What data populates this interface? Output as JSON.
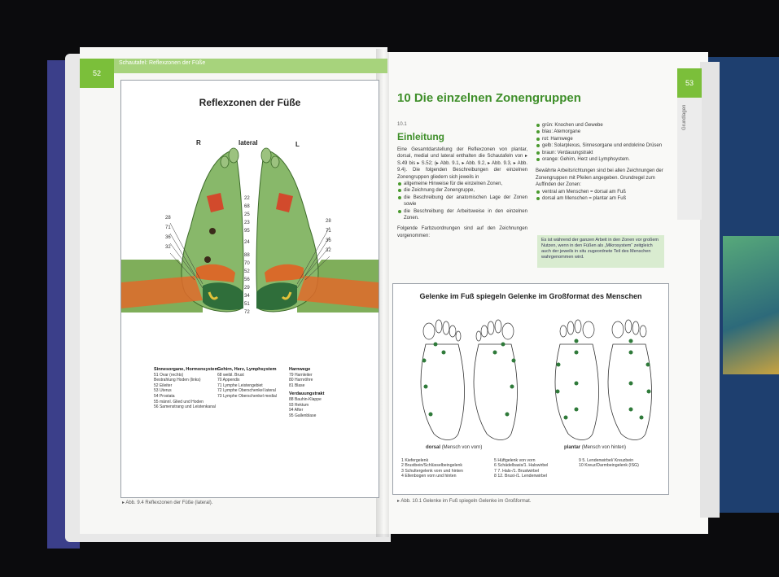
{
  "left_page": {
    "page_number": "52",
    "running_head": "Schautafel: Reflexzonen der Füße",
    "figure_title": "Reflexzonen der Füße",
    "label_r": "R",
    "label_lateral": "lateral",
    "label_l": "L",
    "left_numbers": [
      "28",
      "71",
      "36",
      "32"
    ],
    "center_numbers": [
      "22",
      "68",
      "25",
      "23",
      "95",
      "24",
      "88",
      "70",
      "52",
      "56",
      "29",
      "34",
      "51",
      "72"
    ],
    "right_numbers": [
      "28",
      "71",
      "36",
      "32"
    ],
    "legend": [
      {
        "heading": "Sinnesorgane, Hormonsystem",
        "items": [
          "51  Ovar (rechts)",
          "     Bestrahlung Hoden (links)",
          "52  Eileiter",
          "53  Uterus",
          "54  Prostata",
          "55  männl. Glied und Hoden",
          "56  Samenstrang und Leistenkanal"
        ]
      },
      {
        "heading": "Gehirn, Herz, Lymphsystem",
        "items": [
          "68  weibl. Brust",
          "70  Appendix",
          "71  Lymphe Leistengebiet",
          "72  Lymphe Oberschenkel lateral",
          "73  Lymphe Oberschenkel medial"
        ]
      },
      {
        "heading": "Harnwege",
        "items": [
          "79  Harnleiter",
          "80  Harnröhre",
          "81  Blase"
        ]
      },
      {
        "heading": "Verdauungstrakt",
        "items": [
          "88  Bauhin-Klappe",
          "93  Rektum",
          "94  After",
          "95  Gallenblase"
        ]
      }
    ],
    "caption": "▸ Abb. 9.4  Reflexzonen der Füße (lateral)."
  },
  "right_page": {
    "page_number": "53",
    "side_tab": "Grundlagen",
    "chapter_title": "10 Die einzelnen Zonengruppen",
    "section_number": "10.1",
    "section_title": "Einleitung",
    "intro_paragraph": "Eine Gesamtdarstellung der Reflexzonen von plantar, dorsal, medial und lateral enthalten die Schautafeln von ▸ S.49 bis ▸ S.52; (▸ Abb. 9.1, ▸ Abb. 9.2, ▸ Abb. 9.3, ▸ Abb. 9.4). Die folgenden Beschreibungen der einzelnen Zonengruppen gliedern sich jeweils in",
    "intro_list": [
      "allgemeine Hinweise für die einzelnen Zonen,",
      "die Zeichnung der Zonengruppe,",
      "die Beschreibung der anatomischen Lage der Zonen sowie",
      "die Beschreibung der Arbeitsweise in den einzelnen Zonen."
    ],
    "color_paragraph": "Folgende Farbzuordnungen sind auf den Zeichnungen vorgenommen:",
    "color_list": [
      "grün: Knochen und Gewebe",
      "blau: Atemorgane",
      "rot: Harnwege",
      "gelb: Solarplexus, Sinnesorgane und endokrine Drüsen",
      "braun: Verdauungstrakt",
      "orange: Gehirn, Herz und Lymphsystem."
    ],
    "arbeits_paragraph": "Bewährte Arbeitsrichtungen sind bei allen Zeichnungen der Zonengruppen mit Pfeilen angegeben. Grundregel zum Auffinden der Zonen:",
    "arbeits_list": [
      "ventral am Menschen = dorsal am Fuß",
      "dorsal am Menschen = plantar am Fuß"
    ],
    "note": "Es ist während der ganzen Arbeit in den Zonen vor großem Nutzen, wenn in den Füßen als „Mikrosystem“ zeitgleich auch der jeweils in situ zugeordnete Teil des Menschen wahrgenommen wird.",
    "figure_title": "Gelenke im Fuß spiegeln Gelenke im Großformat des Menschen",
    "dorsal_label": "dorsal",
    "dorsal_sub": "(Mensch von vorn)",
    "plantar_label": "plantar",
    "plantar_sub": "(Mensch von hinten)",
    "legend_col1": [
      "1  Kiefergelenk",
      "2  Brustbein/Schlüsselbeingelenk",
      "3  Schultergelenk vorn und hinten",
      "4  Ellenbogen vorn und hinten"
    ],
    "legend_col2": [
      "5  Hüftgelenk von vorn",
      "6  Schädelbasis/1. Halswirbel",
      "7  7. Hals-/1. Brustwirbel",
      "8  12. Brust-/1. Lendenwirbel"
    ],
    "legend_col3": [
      "9  5. Lendenwirbel/ Kreuzbein",
      "10  Kreuz/Darmbeingelenk (ISG)"
    ],
    "caption": "▸ Abb. 10.1  Gelenke im Fuß spiegeln Gelenke im Großformat."
  },
  "colors": {
    "accent_green": "#7bbf3a",
    "title_green": "#3f8f2a",
    "cover_blue": "#3b3f8a"
  }
}
